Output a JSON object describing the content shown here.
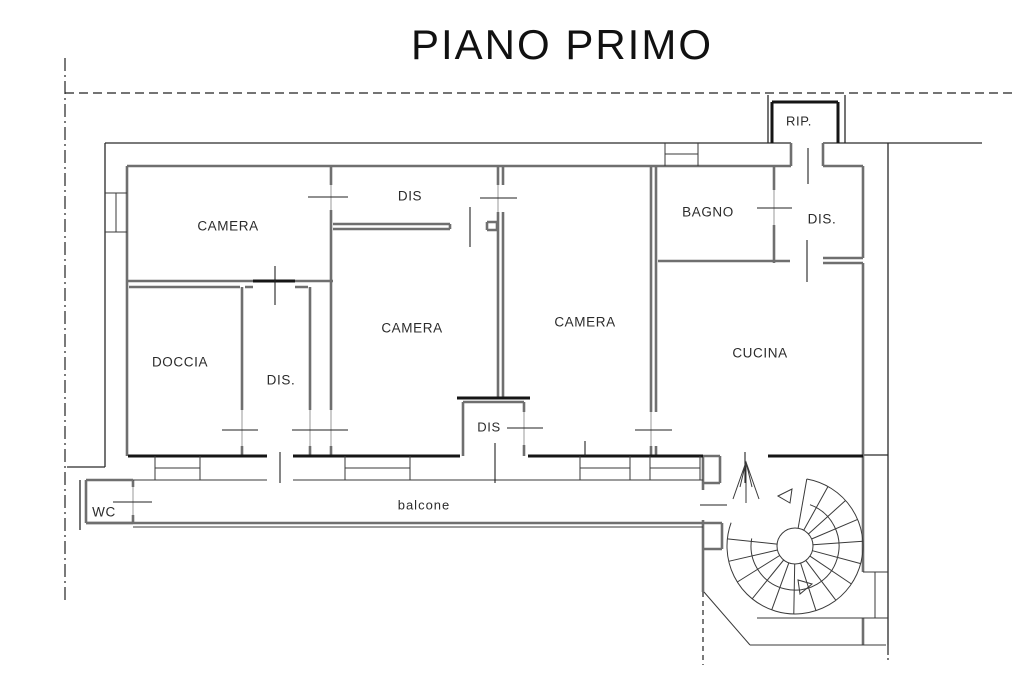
{
  "title": "PIANO PRIMO",
  "rooms": [
    {
      "name": "camera-nw",
      "label": "CAMERA"
    },
    {
      "name": "dis-corridor",
      "label": "DIS"
    },
    {
      "name": "camera-center",
      "label": "CAMERA"
    },
    {
      "name": "camera-east",
      "label": "CAMERA"
    },
    {
      "name": "bagno",
      "label": "BAGNO"
    },
    {
      "name": "dis-ne",
      "label": "DIS."
    },
    {
      "name": "rip",
      "label": "RIP."
    },
    {
      "name": "doccia",
      "label": "DOCCIA"
    },
    {
      "name": "dis-sw",
      "label": "DIS."
    },
    {
      "name": "dis-south",
      "label": "DIS"
    },
    {
      "name": "cucina",
      "label": "CUCINA"
    },
    {
      "name": "wc",
      "label": "WC"
    },
    {
      "name": "balcone",
      "label": "balcone"
    }
  ],
  "symbols": {
    "staircase": "spiral-staircase-symbol",
    "stair_direction": "up-arrow-symbol",
    "boundary_top": "dashed-property-line",
    "boundary_left": "dash-dot-property-line"
  },
  "colors": {
    "background": "#ffffff",
    "wall_gray": "#6f6f6f",
    "line_black": "#151515"
  }
}
